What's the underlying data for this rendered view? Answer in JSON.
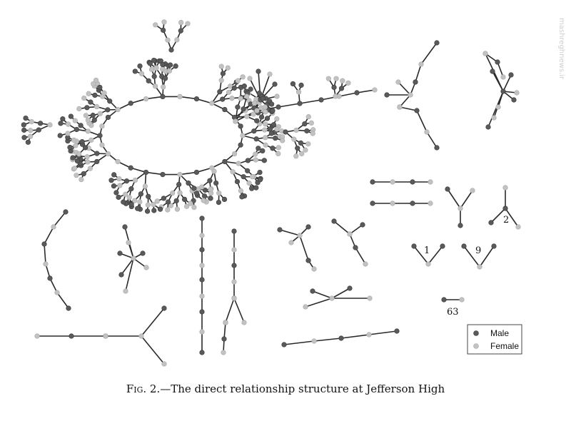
{
  "caption": {
    "figure_label": "Fig. 2.",
    "text": "—The direct relationship structure at Jefferson High"
  },
  "legend": {
    "male_label": "Male",
    "female_label": "Female"
  },
  "component_counts": [
    "2",
    "1",
    "9",
    "63"
  ],
  "colors": {
    "male": "#5a5a5a",
    "female": "#c2c2c2",
    "edge": "#2a2a2a"
  },
  "watermark": "mashreghnews.ir"
}
